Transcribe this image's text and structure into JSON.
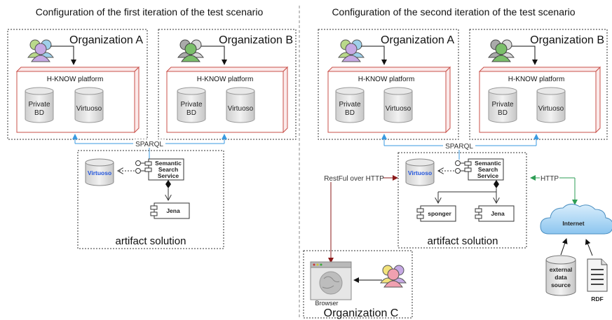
{
  "left": {
    "caption": "Configuration of the first iteration of the test scenario",
    "org_a": "Organization A",
    "org_b": "Organization B",
    "platform": "H-KNOW platform",
    "db_private": [
      "Private",
      "BD"
    ],
    "db_virtuoso": "Virtuoso",
    "sparql": "SPARQL",
    "artifact_virtuoso": "Virtuoso",
    "service": [
      "Semantic",
      "Search",
      "Service"
    ],
    "jena": "Jena",
    "artifact_label": "artifact solution"
  },
  "right": {
    "caption": "Configuration of the second iteration of the test scenario",
    "org_a": "Organization A",
    "org_b": "Organization B",
    "platform": "H-KNOW platform",
    "db_private": [
      "Private",
      "BD"
    ],
    "db_virtuoso": "Virtuoso",
    "sparql": "SPARQL",
    "artifact_virtuoso": "Virtuoso",
    "service": [
      "Semantic",
      "Search",
      "Service"
    ],
    "sponger": "sponger",
    "jena": "Jena",
    "artifact_label": "artifact solution",
    "restful": "RestFul over HTTP",
    "http": "HTTP",
    "internet": "Internet",
    "external": [
      "external",
      "data",
      "source"
    ],
    "rdf": "RDF",
    "browser": "Browser",
    "org_c": "Organization C"
  },
  "colors": {
    "sparql_line": "#3a9ae0",
    "restful_line": "#8b1a1a",
    "http_line": "#2e9e55",
    "platform_border": "#c9504a",
    "virtuoso_text": "#2255dd"
  }
}
